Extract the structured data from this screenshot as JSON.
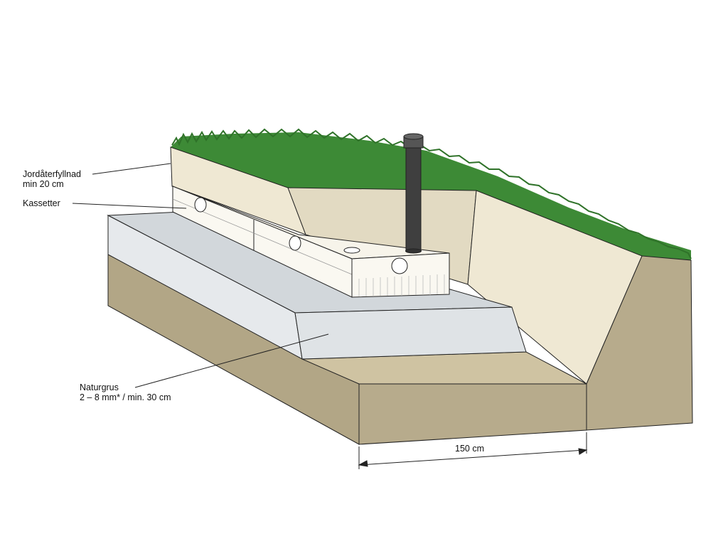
{
  "labels": {
    "soil_backfill": {
      "line1": "Jordåterfyllnad",
      "line2": "min 20 cm"
    },
    "cassettes": "Kassetter",
    "gravel": {
      "line1": "Naturgrus",
      "line2": "2 – 8 mm* / min. 30 cm"
    },
    "width": "150 cm"
  },
  "colors": {
    "grass": "#3d8a36",
    "grass_dark": "#2f7229",
    "soil_backfill": "#efe8d3",
    "soil_backfill_shade": "#e2dac2",
    "native_soil": "#b7ab8c",
    "native_soil_top": "#cfc3a2",
    "gravel": "#dfe3e6",
    "gravel_top": "#d2d7db",
    "cassette": "#faf8f1",
    "pipe": "#3f3f3f",
    "outline": "#222222"
  },
  "icons": [
    "vent-pipe-icon",
    "dimension-arrow-icon"
  ]
}
